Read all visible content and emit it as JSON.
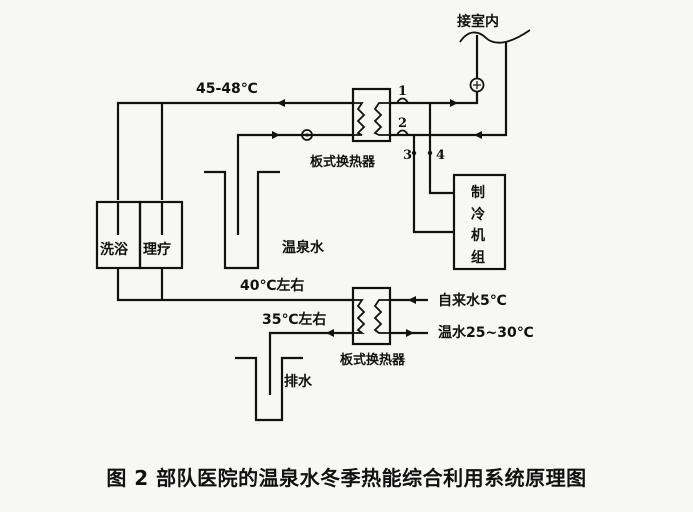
{
  "diagram": {
    "labels": {
      "indoor": "接室内",
      "temp_top": "45-48℃",
      "hx_top": "板式换热器",
      "hx_bottom": "板式换热器",
      "hot_spring": "温泉水",
      "bath": "洗浴",
      "therapy": "理疗",
      "chiller": [
        "制",
        "冷",
        "机",
        "组"
      ],
      "temp_40": "40℃左右",
      "temp_35": "35℃左右",
      "tap_water": "自来水5℃",
      "warm_water": "温水25~30℃",
      "drain": "排水",
      "port_1": "1",
      "port_2": "2",
      "port_3": "3",
      "port_4": "4"
    },
    "colors": {
      "line": "#111111",
      "background": "#f7f7f5"
    }
  },
  "caption": "图 2  部队医院的温泉水冬季热能综合利用系统原理图"
}
